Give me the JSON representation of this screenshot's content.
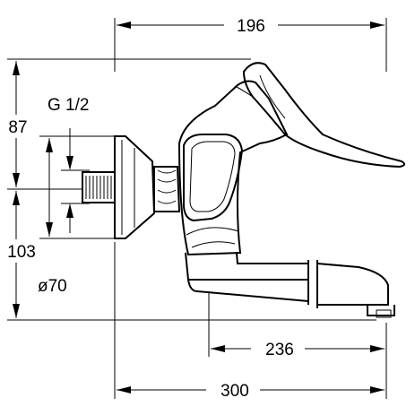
{
  "dimensions": {
    "top_width": "196",
    "height_upper": "87",
    "height_lower": "103",
    "thread": "G 1/2",
    "rosette_diameter": "ø70",
    "spout_projection": "236",
    "total_projection": "300"
  }
}
